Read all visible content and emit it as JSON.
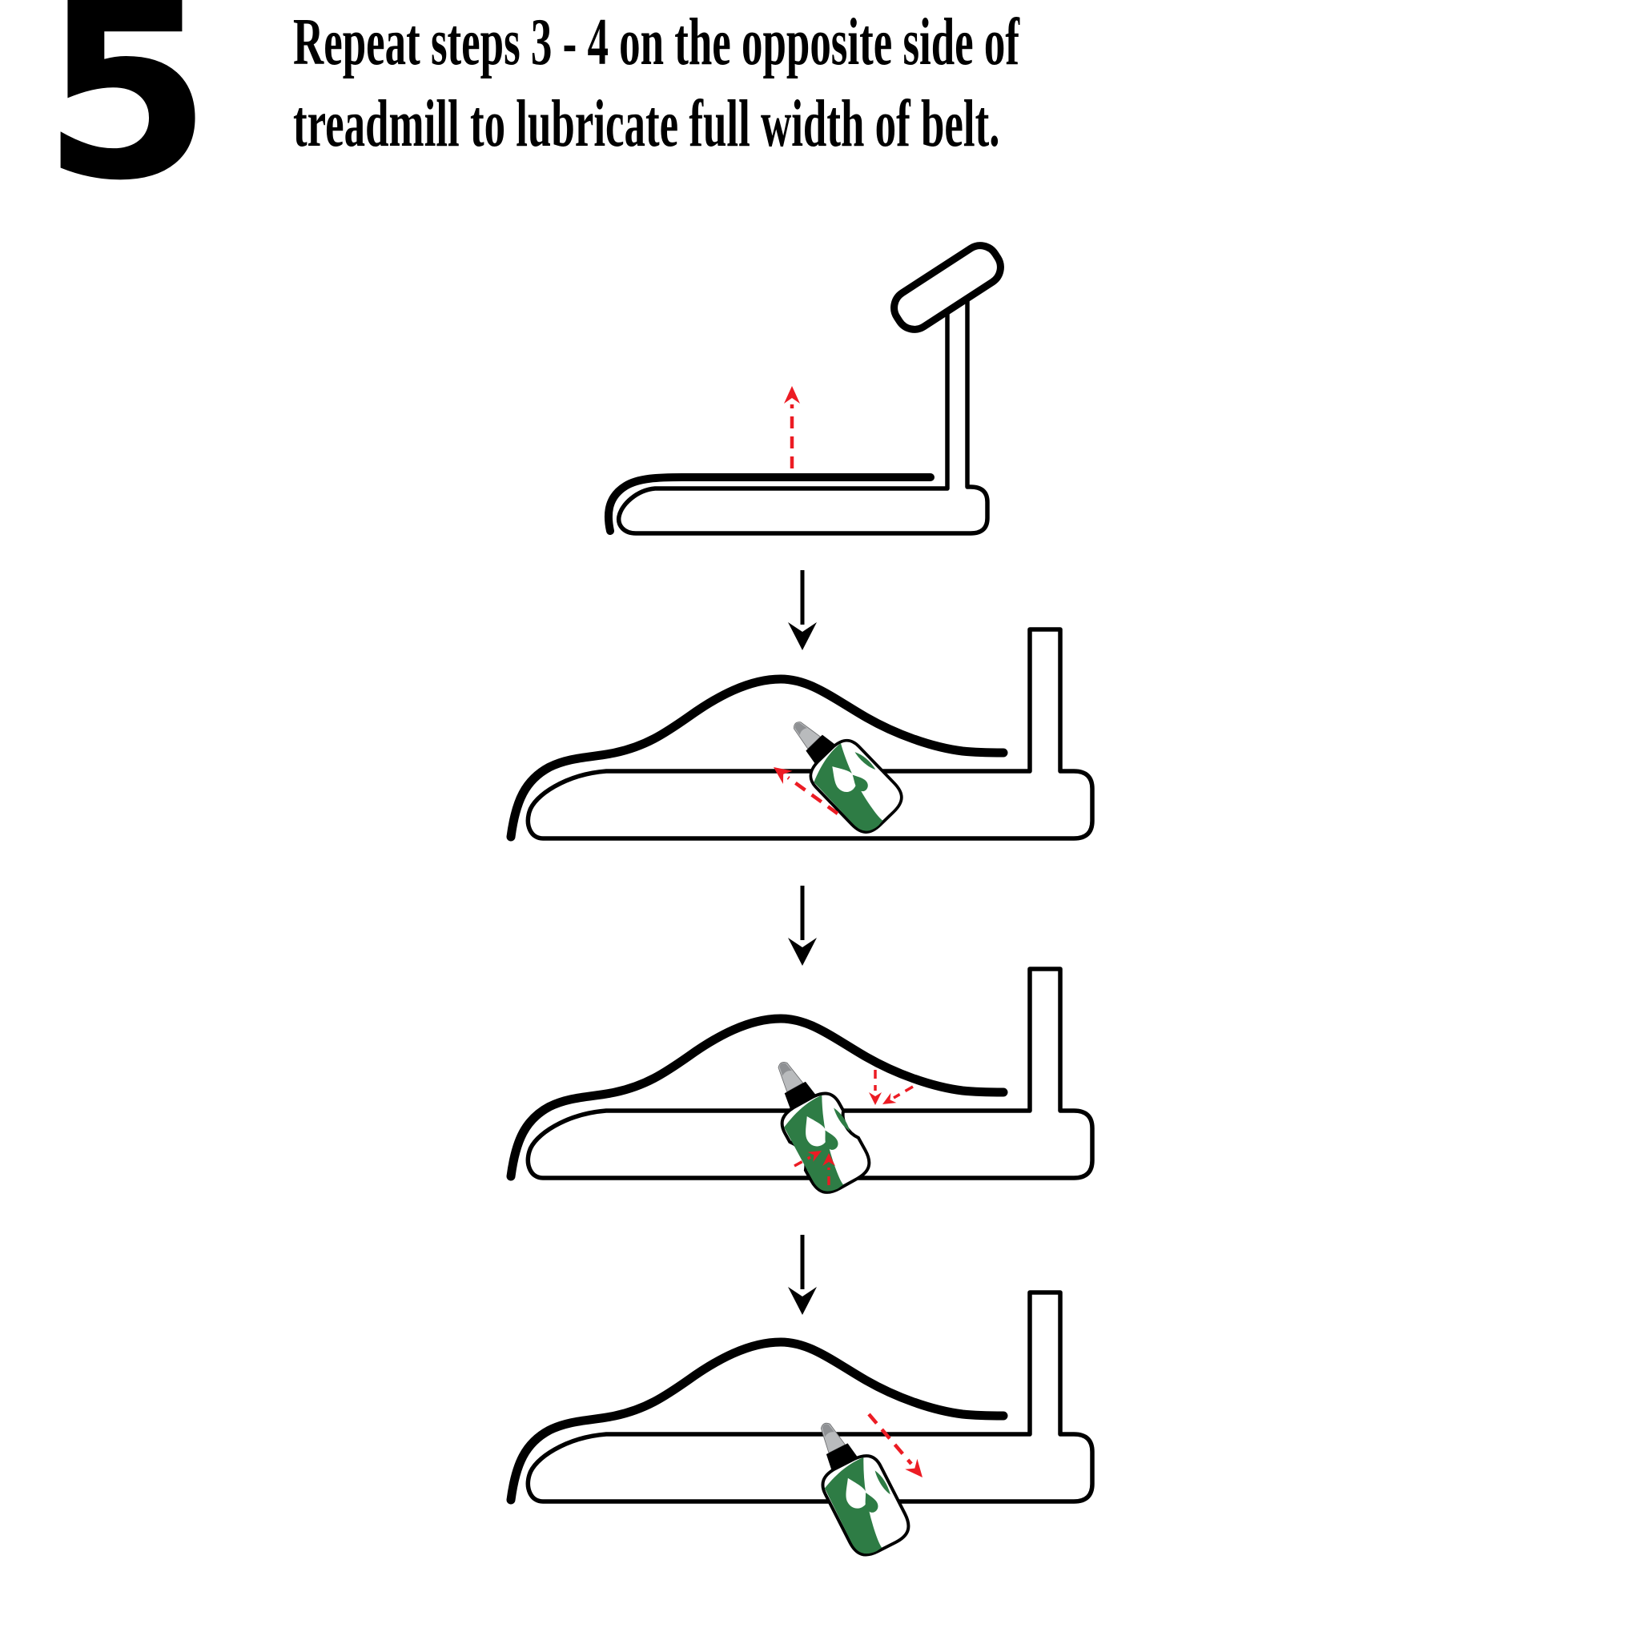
{
  "page": {
    "background": "#FFFFFF"
  },
  "step": {
    "number": "5"
  },
  "instruction": {
    "line1": "Repeat steps 3 - 4 on the opposite side of",
    "line2": "treadmill to lubricate full width of belt."
  },
  "colors": {
    "ink": "#000000",
    "accent_red": "#EC1C24",
    "brand_green": "#2E7C45",
    "nozzle_gray": "#B9BBBD",
    "nozzle_tip_gray": "#8E9093",
    "background": "#FFFFFF"
  },
  "figures": [
    {
      "id": "panel-1",
      "icons": [
        "treadmill-side-view-icon",
        "red-dashed-up-arrow-icon"
      ]
    },
    {
      "id": "panel-2",
      "icons": [
        "treadmill-belt-lifted-icon",
        "lubricant-bottle-icon",
        "red-dashed-up-left-arrow-icon"
      ]
    },
    {
      "id": "panel-3",
      "icons": [
        "treadmill-belt-lifted-icon",
        "lubricant-bottle-squeezed-icon",
        "red-squeeze-arrows-icon"
      ]
    },
    {
      "id": "panel-4",
      "icons": [
        "treadmill-belt-lifted-icon",
        "lubricant-bottle-icon",
        "red-dashed-down-right-arrow-icon"
      ]
    }
  ]
}
